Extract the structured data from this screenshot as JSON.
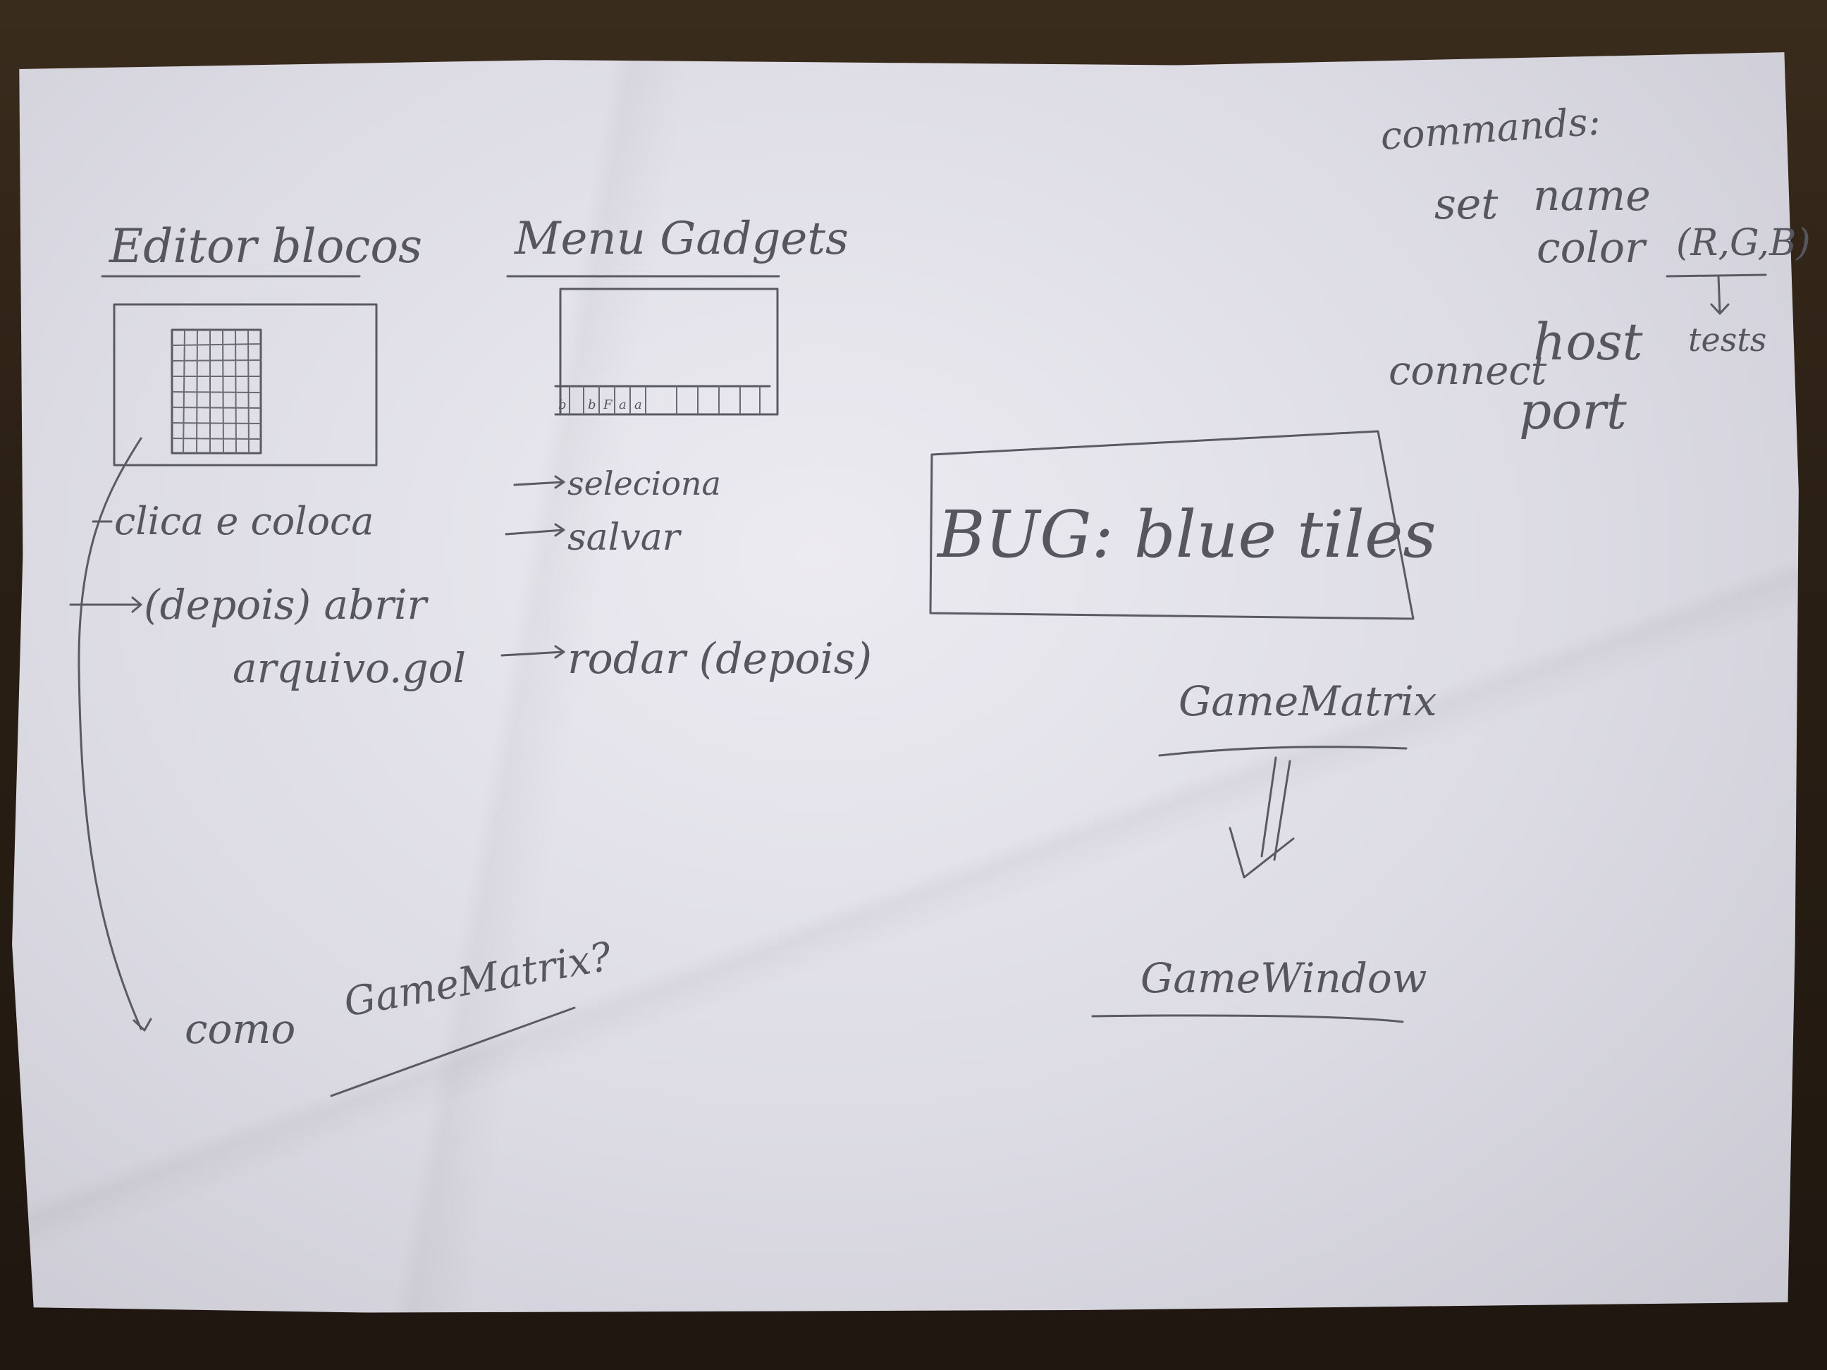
{
  "left_column": {
    "title": "Editor blocos",
    "note_1": "clica e coloca",
    "note_2a": "(depois) abrir",
    "note_2b": "arquivo.gol",
    "note_3": "como",
    "note_3b": "GameMatrix?"
  },
  "middle_column": {
    "title": "Menu Gadgets",
    "gadget_labels": [
      "b",
      "b",
      "F",
      "a",
      "a"
    ],
    "item_1": "seleciona",
    "item_2": "salvar",
    "item_3": "rodar (depois)"
  },
  "bug_box": {
    "text": "BUG: blue tiles"
  },
  "flow": {
    "from": "GameMatrix",
    "to": "GameWindow"
  },
  "commands": {
    "header": "commands:",
    "set_label": "set",
    "set_name": "name",
    "set_color": "color",
    "color_args": "(R,G,B)",
    "tests": "tests",
    "connect_label": "connect",
    "connect_host": "host",
    "connect_port": "port"
  },
  "colors": {
    "paper": "#e3e2ea",
    "pencil": "#56565e",
    "table": "#2a1f14"
  }
}
